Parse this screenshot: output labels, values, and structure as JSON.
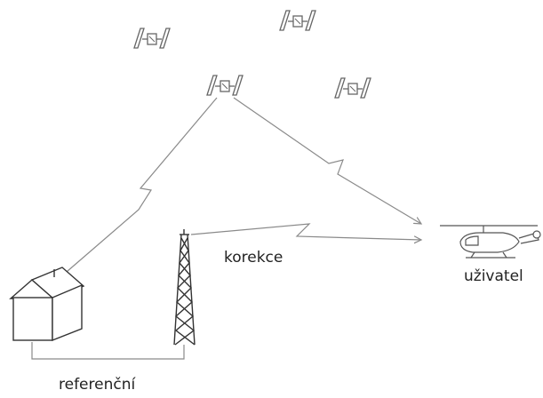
{
  "diagram": {
    "labels": {
      "correction": "korekce",
      "user": "uživatel",
      "reference": "referenční"
    },
    "stroke_color": "#8a8a8a",
    "satellite_color": "#666666",
    "icons": [
      "satellite-icon",
      "house-icon",
      "radio-tower-icon",
      "helicopter-icon"
    ]
  }
}
